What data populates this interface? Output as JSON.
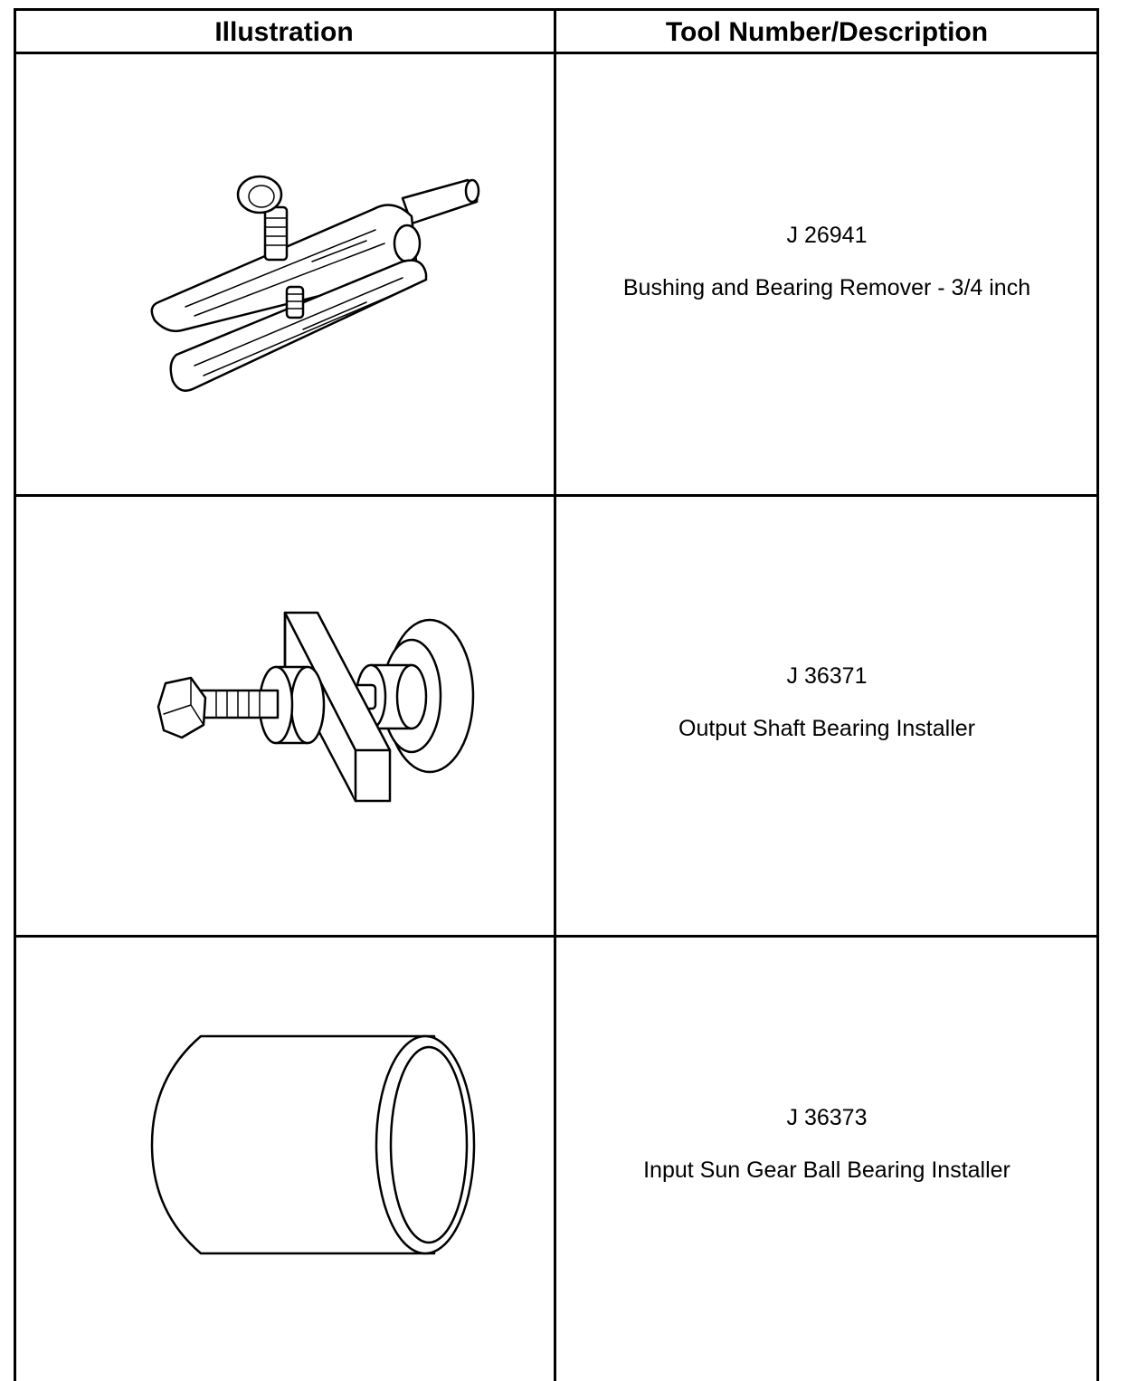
{
  "table": {
    "headers": {
      "illustration": "Illustration",
      "tool": "Tool Number/Description"
    },
    "rows": [
      {
        "number": "J 26941",
        "description": "Bushing and Bearing Remover - 3/4 inch",
        "icon": "bushing-bearing-remover-illustration"
      },
      {
        "number": "J 36371",
        "description": "Output Shaft Bearing Installer",
        "icon": "output-shaft-bearing-installer-illustration"
      },
      {
        "number": "J 36373",
        "description": "Input Sun Gear Ball Bearing Installer",
        "icon": "input-sun-gear-bearing-installer-illustration"
      }
    ]
  }
}
